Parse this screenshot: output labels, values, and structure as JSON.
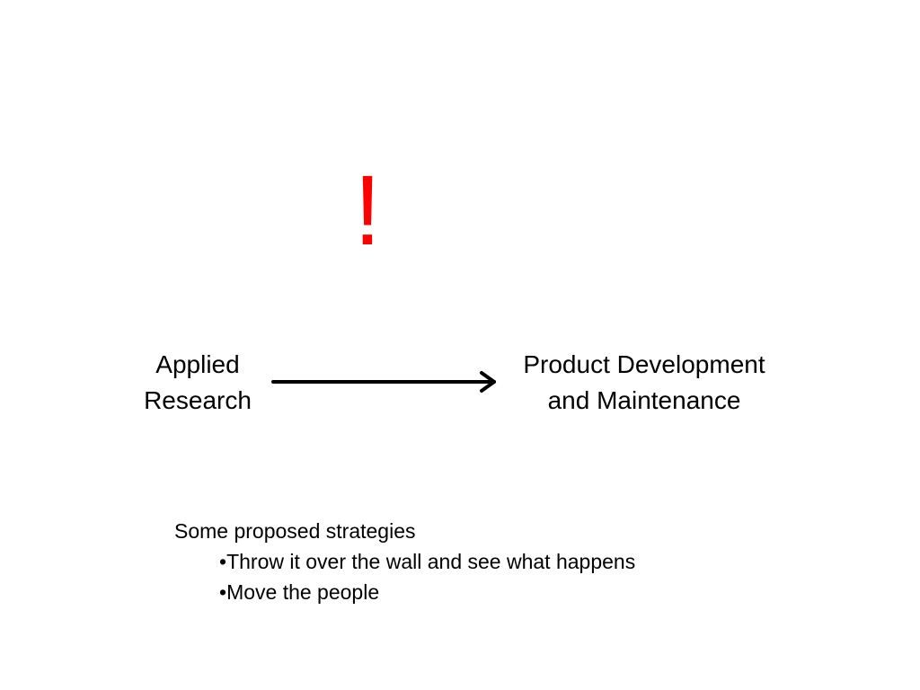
{
  "diagram": {
    "exclamation": "!",
    "source_node": {
      "lines": [
        "Applied",
        "Research"
      ]
    },
    "target_node": {
      "lines": [
        "Product Development",
        "and Maintenance"
      ]
    }
  },
  "strategies": {
    "heading": "Some proposed strategies",
    "items": [
      "Throw it over the wall and see what happens",
      "Move the people"
    ]
  },
  "colors": {
    "exclamation": "#ff0000",
    "text": "#000000",
    "arrow": "#000000",
    "background": "#ffffff"
  }
}
